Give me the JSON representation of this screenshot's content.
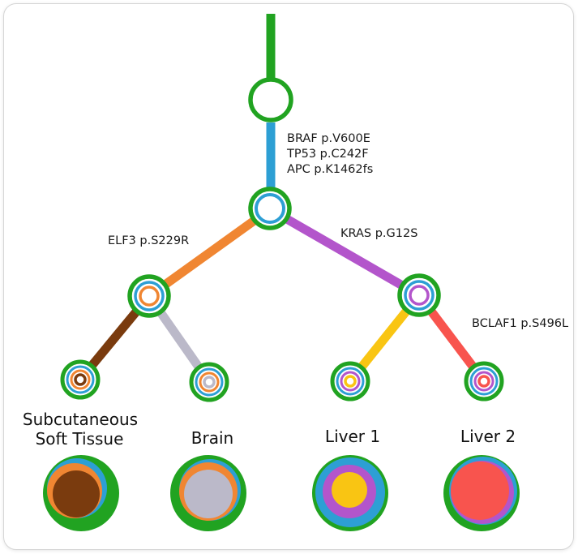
{
  "figure": {
    "title": "tumor-clonal-phylogeny-tree",
    "mutations": {
      "trunk": [
        "BRAF p.V600E",
        "TP53 p.C242F",
        "APC p.K1462fs"
      ],
      "left_branch": "ELF3 p.S229R",
      "right_branch": "KRAS p.G12S",
      "liver2_branch": "BCLAF1 p.S496L"
    },
    "sample_labels": {
      "subcutaneous_line1": "Subcutaneous",
      "subcutaneous_line2": "Soft Tissue",
      "brain": "Brain",
      "liver1": "Liver 1",
      "liver2": "Liver 2"
    },
    "palette": {
      "green": "#21a321",
      "blue": "#2d9fd4",
      "orange": "#f08632",
      "purple": "#b355cb",
      "brown": "#7a3b0e",
      "gray": "#bbb9c9",
      "yellow": "#f9c513",
      "red": "#f8544e",
      "text": "#1a1a1a"
    },
    "nodes": [
      {
        "id": "root",
        "clone_rings": [
          "green"
        ]
      },
      {
        "id": "internal-trunk",
        "clone_rings": [
          "green",
          "blue"
        ]
      },
      {
        "id": "internal-left",
        "clone_rings": [
          "green",
          "blue",
          "orange"
        ]
      },
      {
        "id": "internal-right",
        "clone_rings": [
          "green",
          "blue",
          "purple"
        ]
      },
      {
        "id": "leaf-subcutaneous",
        "clone_rings": [
          "green",
          "blue",
          "orange",
          "brown"
        ]
      },
      {
        "id": "leaf-brain",
        "clone_rings": [
          "green",
          "blue",
          "orange",
          "gray"
        ]
      },
      {
        "id": "leaf-liver1",
        "clone_rings": [
          "green",
          "blue",
          "purple",
          "yellow"
        ]
      },
      {
        "id": "leaf-liver2",
        "clone_rings": [
          "green",
          "blue",
          "purple",
          "red"
        ]
      }
    ],
    "sample_pies": [
      {
        "sample": "Subcutaneous Soft Tissue",
        "layers_outer_to_inner": [
          "green",
          "blue",
          "orange",
          "brown"
        ]
      },
      {
        "sample": "Brain",
        "layers_outer_to_inner": [
          "green",
          "blue",
          "orange",
          "gray"
        ]
      },
      {
        "sample": "Liver 1",
        "layers_outer_to_inner": [
          "green",
          "blue",
          "purple",
          "yellow"
        ]
      },
      {
        "sample": "Liver 2",
        "layers_outer_to_inner": [
          "green",
          "blue",
          "purple",
          "red"
        ]
      }
    ]
  }
}
